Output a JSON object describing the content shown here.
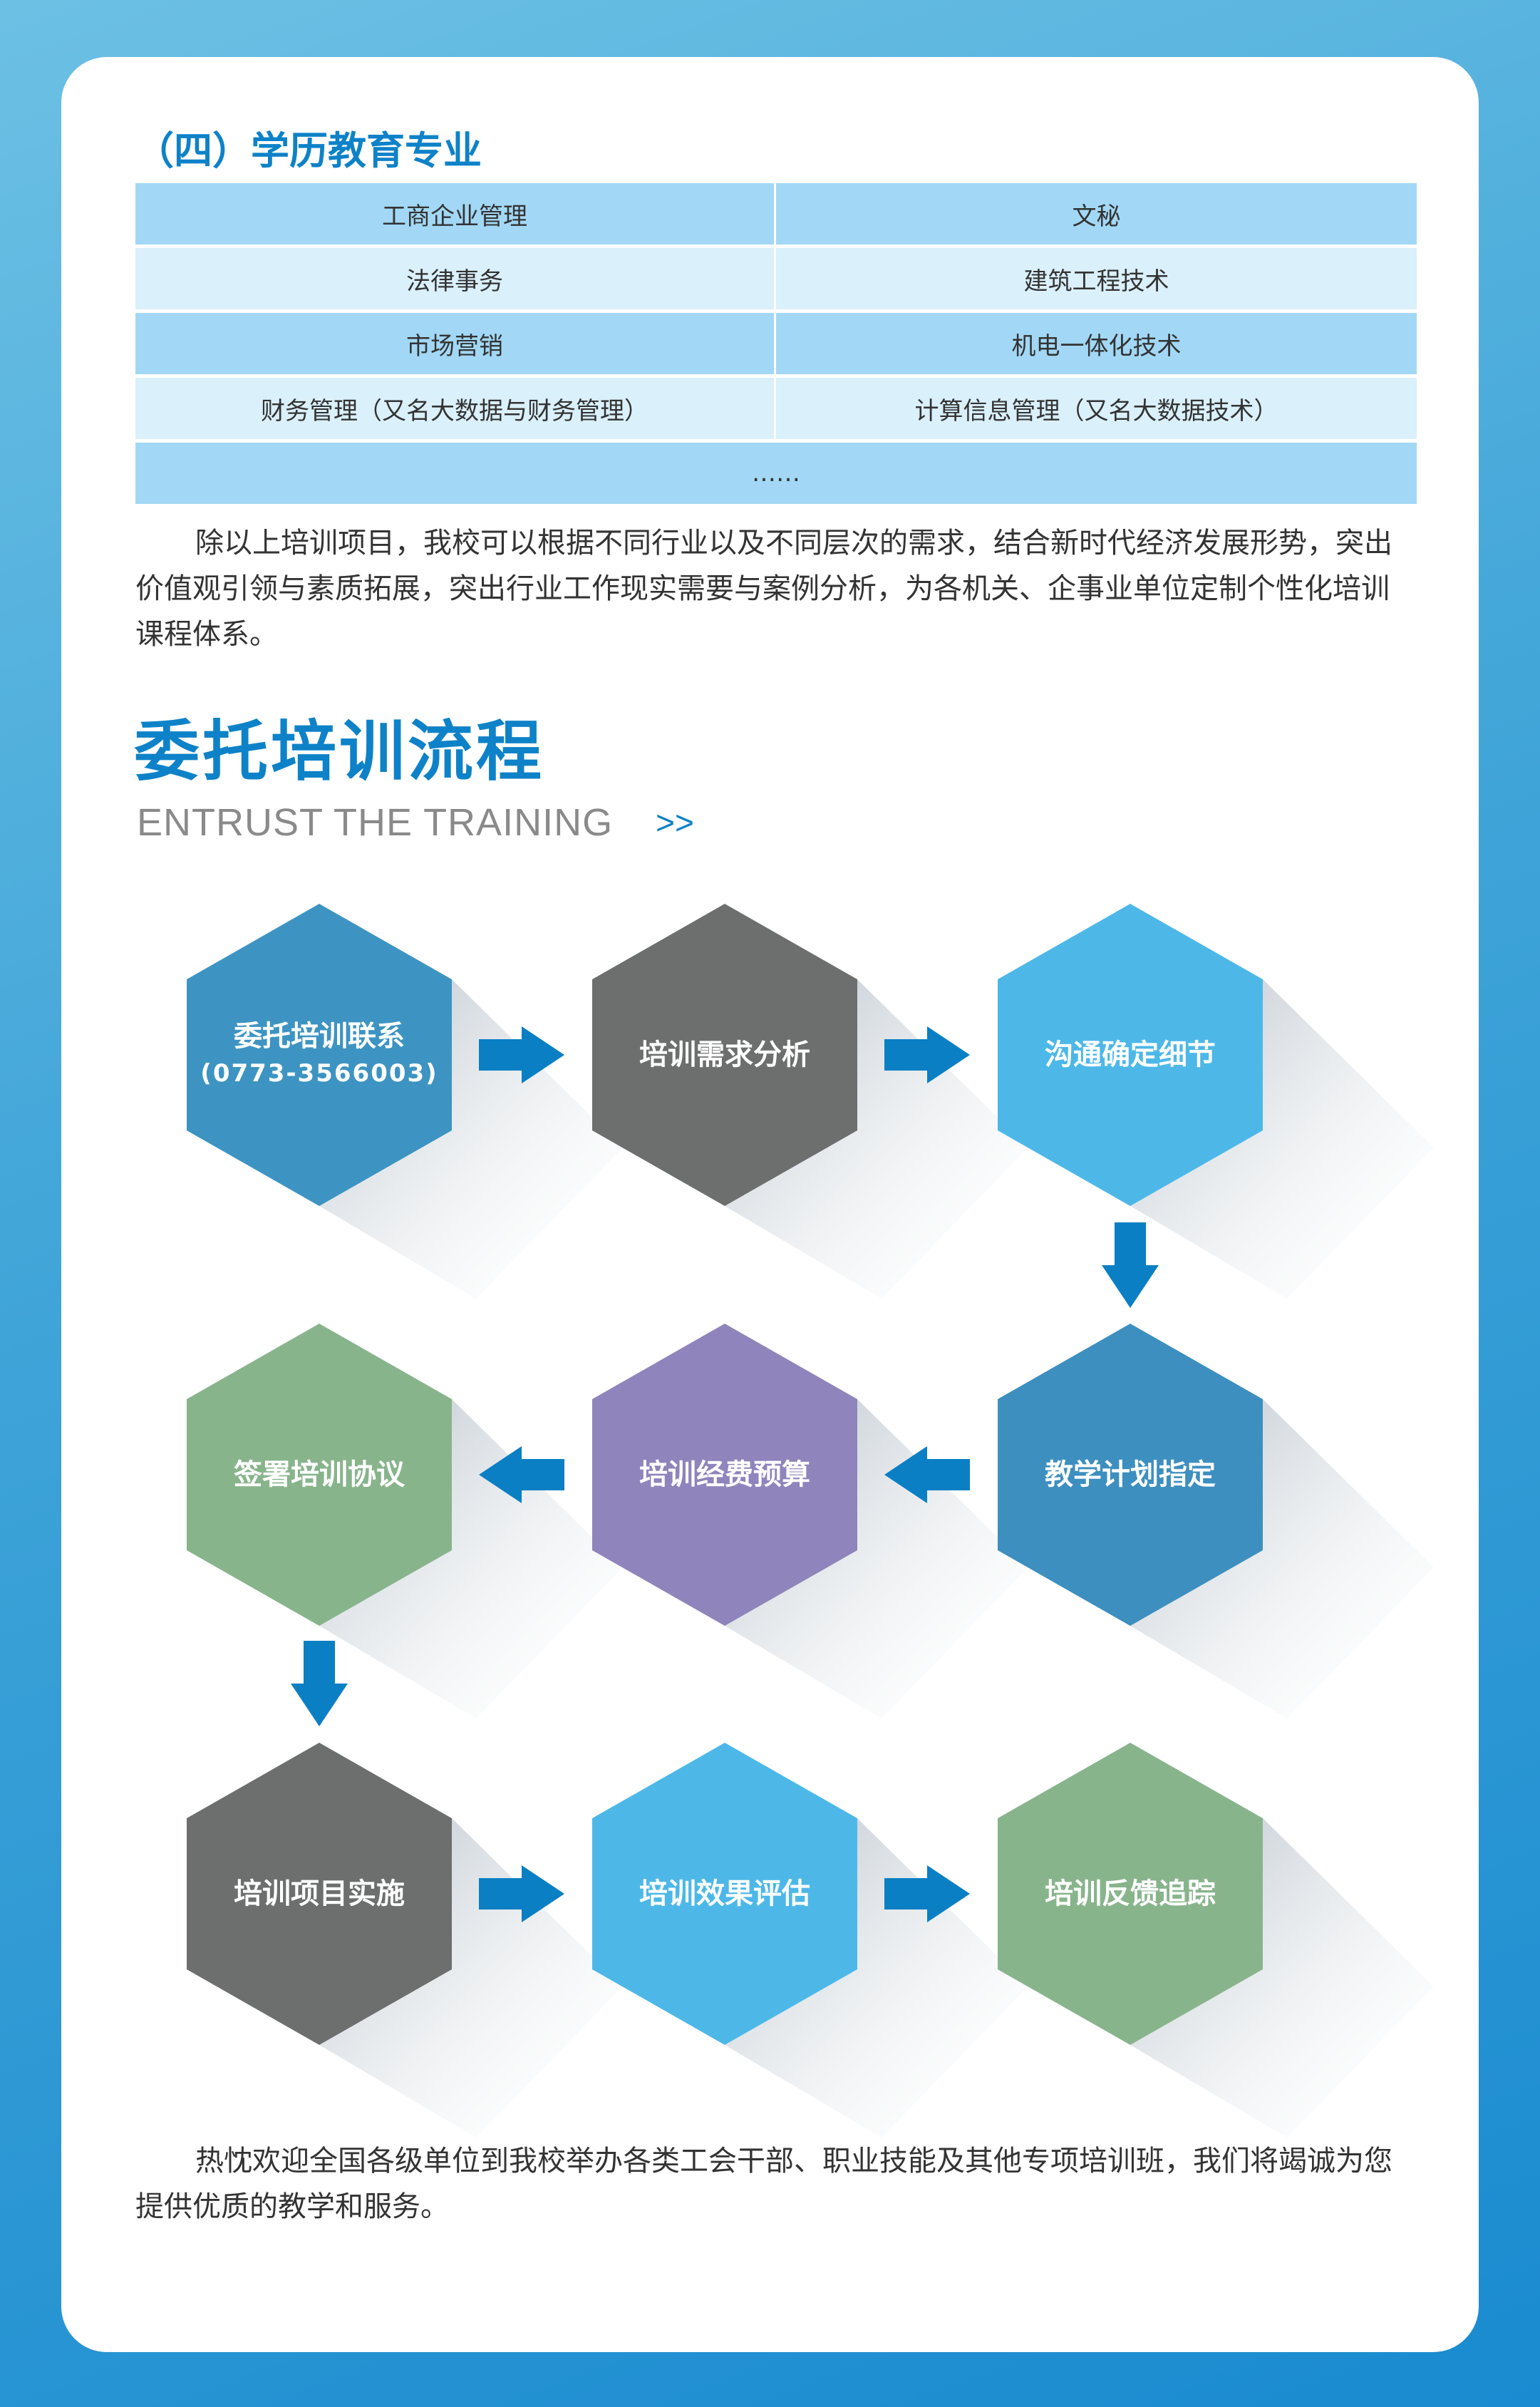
{
  "section_title": "（四）学历教育专业",
  "majors_table": [
    [
      "工商企业管理",
      "文秘"
    ],
    [
      "法律事务",
      "建筑工程技术"
    ],
    [
      "市场营销",
      "机电一体化技术"
    ],
    [
      "财务管理（又名大数据与财务管理）",
      "计算信息管理（又名大数据技术）"
    ]
  ],
  "table_more": "……",
  "intro_paragraph": "除以上培训项目，我校可以根据不同行业以及不同层次的需求，结合新时代经济发展形势，突出价值观引领与素质拓展，突出行业工作现实需要与案例分析，为各机关、企事业单位定制个性化培训课程体系。",
  "flow_title": "委托培训流程",
  "flow_subtitle": "ENTRUST THE TRAINING",
  "flow_subtitle_arrow": ">>",
  "steps": [
    {
      "label": "委托培训联系",
      "sub": "(0773-3566003)",
      "color": "#3d94c2"
    },
    {
      "label": "培训需求分析",
      "color": "#6d6e6e"
    },
    {
      "label": "沟通确定细节",
      "color": "#4db8e8"
    },
    {
      "label": "教学计划指定",
      "color": "#3d8fbf"
    },
    {
      "label": "培训经费预算",
      "color": "#8f84bb"
    },
    {
      "label": "签署培训协议",
      "color": "#88b48c"
    },
    {
      "label": "培训项目实施",
      "color": "#6d6e6e"
    },
    {
      "label": "培训效果评估",
      "color": "#4db8e8"
    },
    {
      "label": "培训反馈追踪",
      "color": "#88b48c"
    }
  ],
  "arrow_color": "#0a7fc4",
  "closing_paragraph": "热忱欢迎全国各级单位到我校举办各类工会干部、职业技能及其他专项培训班，我们将竭诚为您提供优质的教学和服务。"
}
